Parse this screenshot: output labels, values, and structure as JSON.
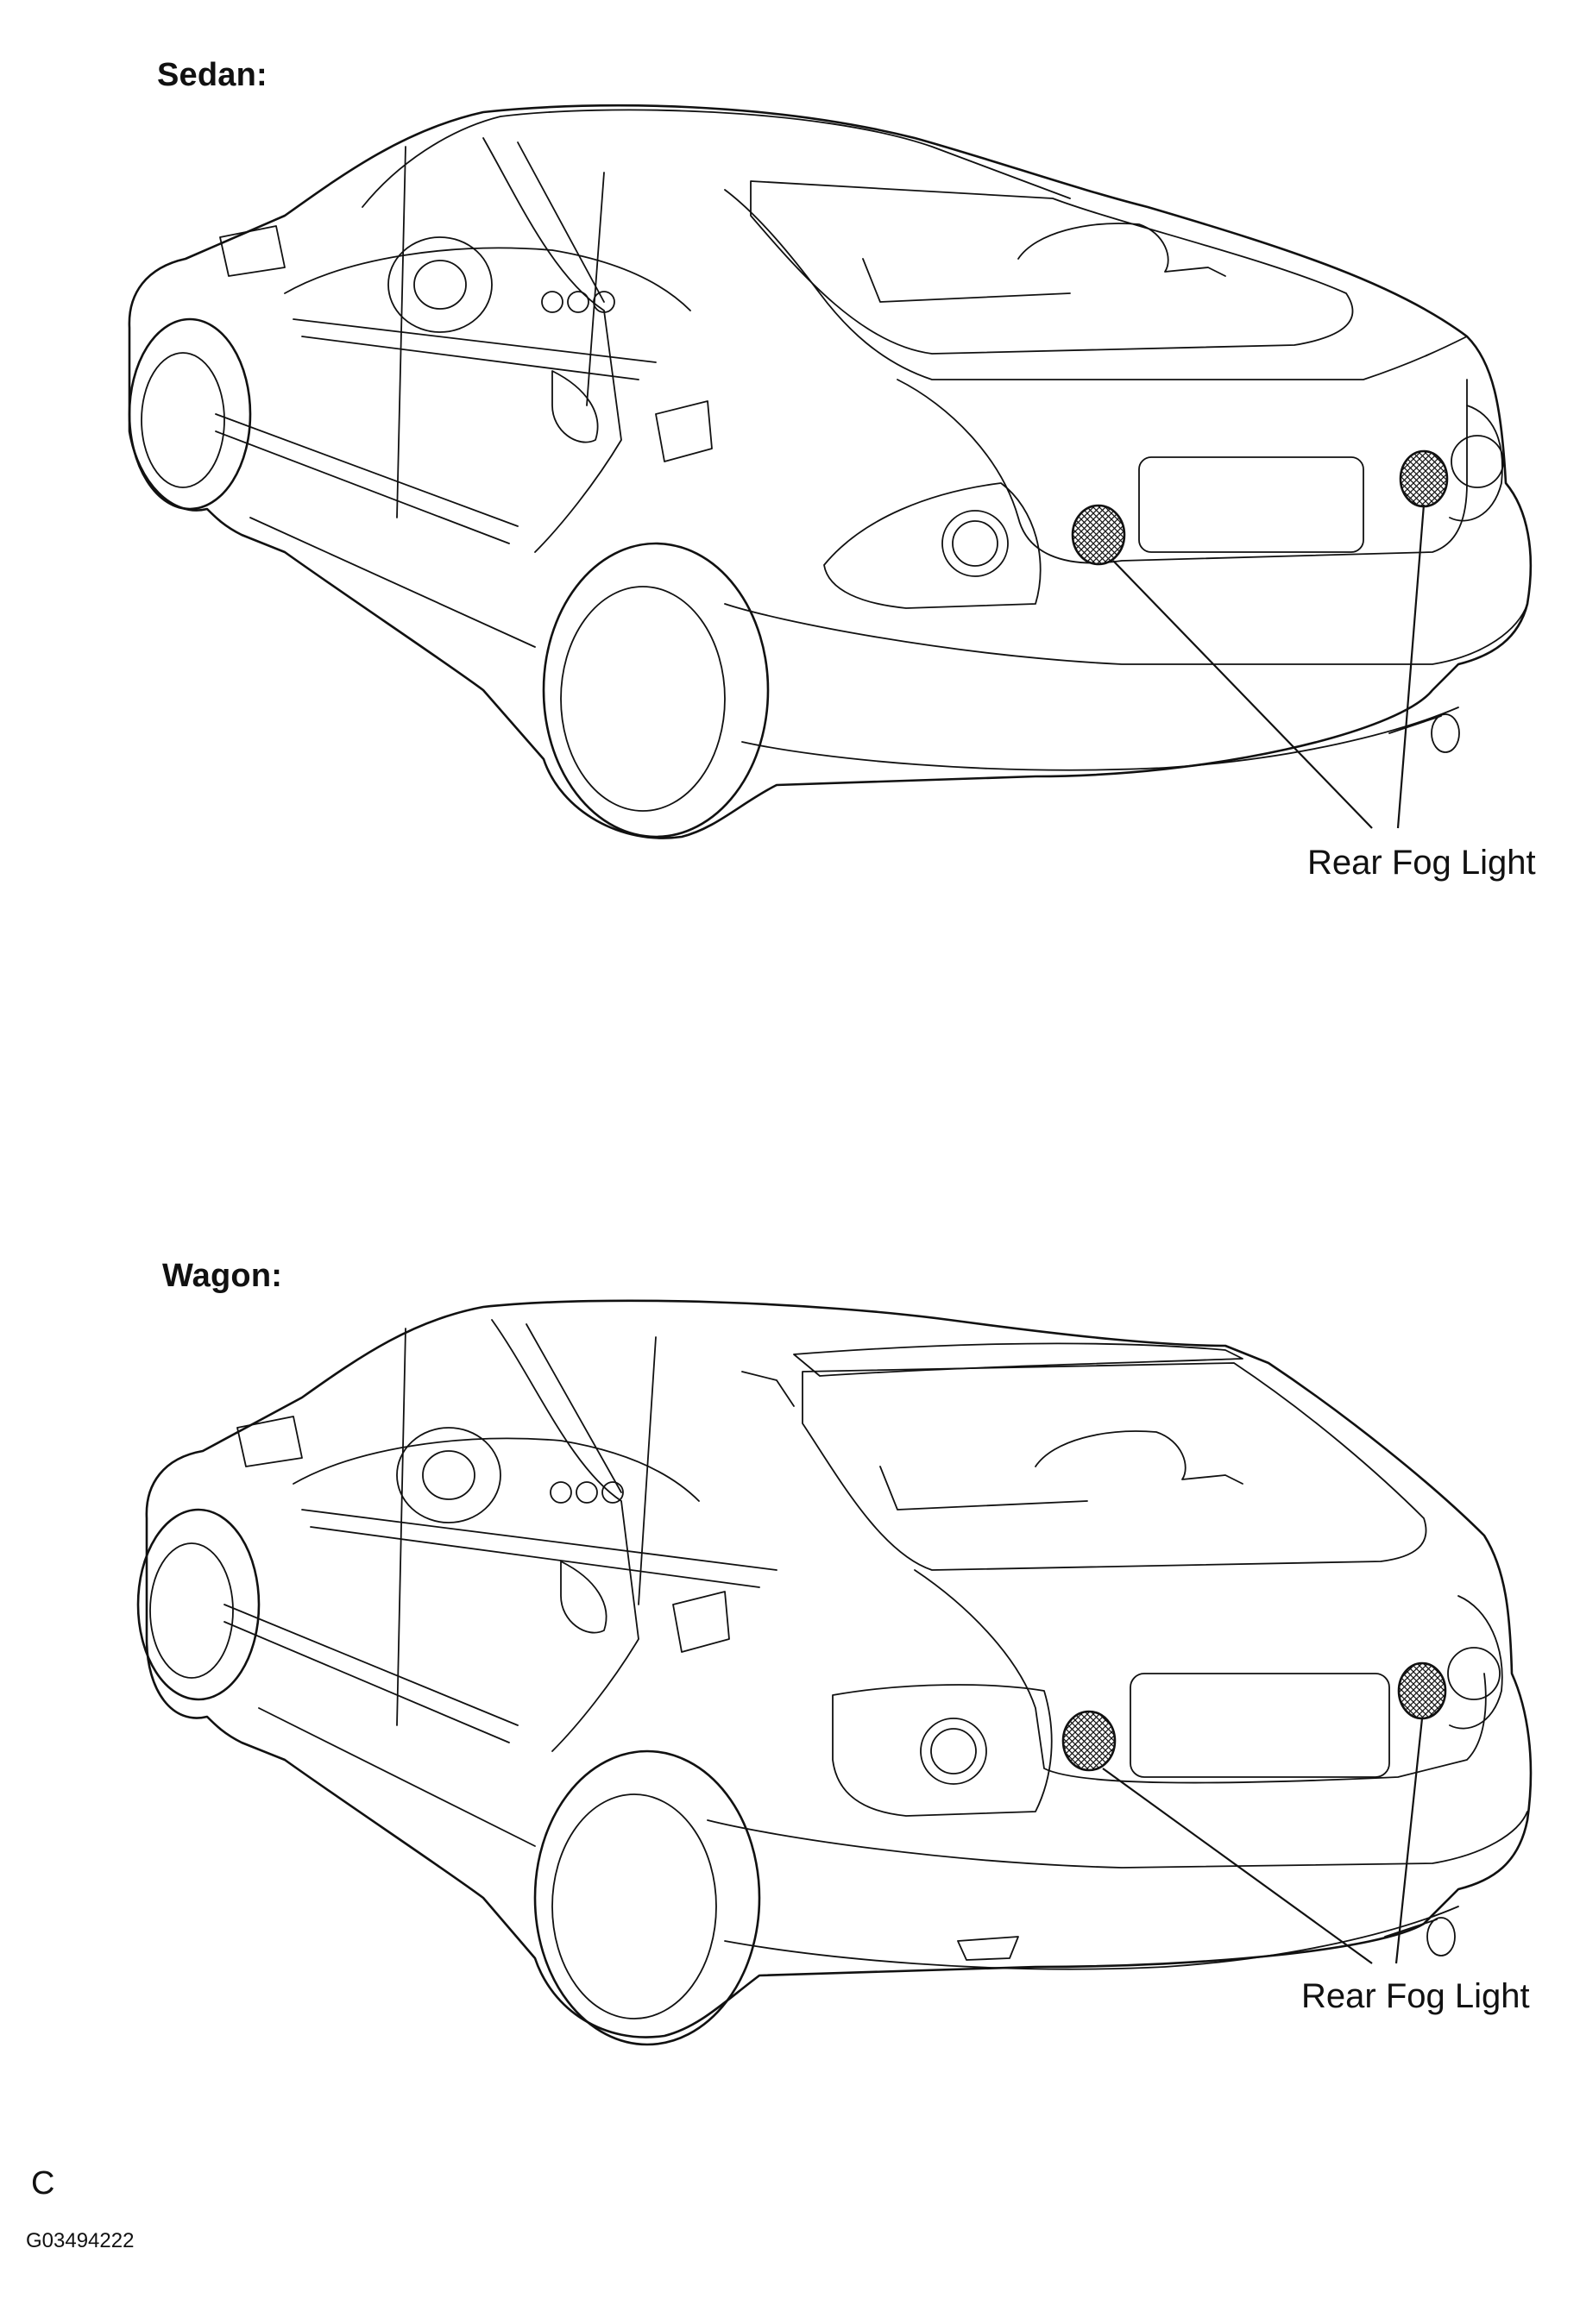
{
  "sedan": {
    "title": "Sedan:",
    "callout": "Rear Fog Light"
  },
  "wagon": {
    "title": "Wagon:",
    "callout": "Rear Fog Light"
  },
  "footer": {
    "section_code": "C",
    "figure_id": "G03494222"
  },
  "colors": {
    "line": "#111111",
    "background": "#ffffff"
  }
}
